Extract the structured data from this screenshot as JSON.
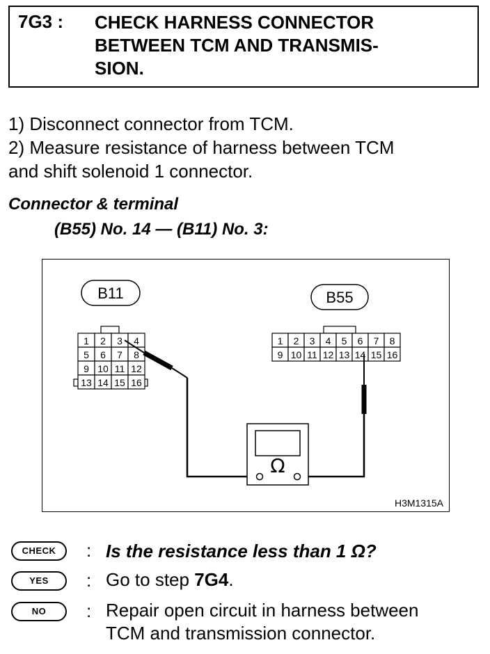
{
  "header": {
    "step_id": "7G3 :",
    "title": "CHECK HARNESS CONNECTOR\nBETWEEN TCM AND TRANSMIS-\nSION."
  },
  "instructions": [
    "1)  Disconnect connector from TCM.",
    "2)  Measure resistance of harness between TCM",
    "and shift solenoid 1 connector."
  ],
  "connector_terminal": {
    "heading": "Connector & terminal",
    "detail": "(B55) No. 14 — (B11) No. 3:"
  },
  "diagram": {
    "b11_label": "B11",
    "b55_label": "B55",
    "b11_pins": [
      [
        "1",
        "2",
        "3",
        "4"
      ],
      [
        "5",
        "6",
        "7",
        "8"
      ],
      [
        "9",
        "10",
        "11",
        "12"
      ],
      [
        "13",
        "14",
        "15",
        "16"
      ]
    ],
    "b55_pins": [
      [
        "1",
        "2",
        "3",
        "4",
        "5",
        "6",
        "7",
        "8"
      ],
      [
        "9",
        "10",
        "11",
        "12",
        "13",
        "14",
        "15",
        "16"
      ]
    ],
    "meter_symbol": "Ω",
    "figure_code": "H3M1315A"
  },
  "results": {
    "check_badge": "CHECK",
    "yes_badge": "YES",
    "no_badge": "NO",
    "separator": ":",
    "check_question": "Is the resistance less than 1 Ω?",
    "yes_prefix": "Go to step ",
    "yes_step": "7G4",
    "yes_suffix": ".",
    "no_text": "Repair open circuit in harness between\nTCM and transmission connector."
  }
}
